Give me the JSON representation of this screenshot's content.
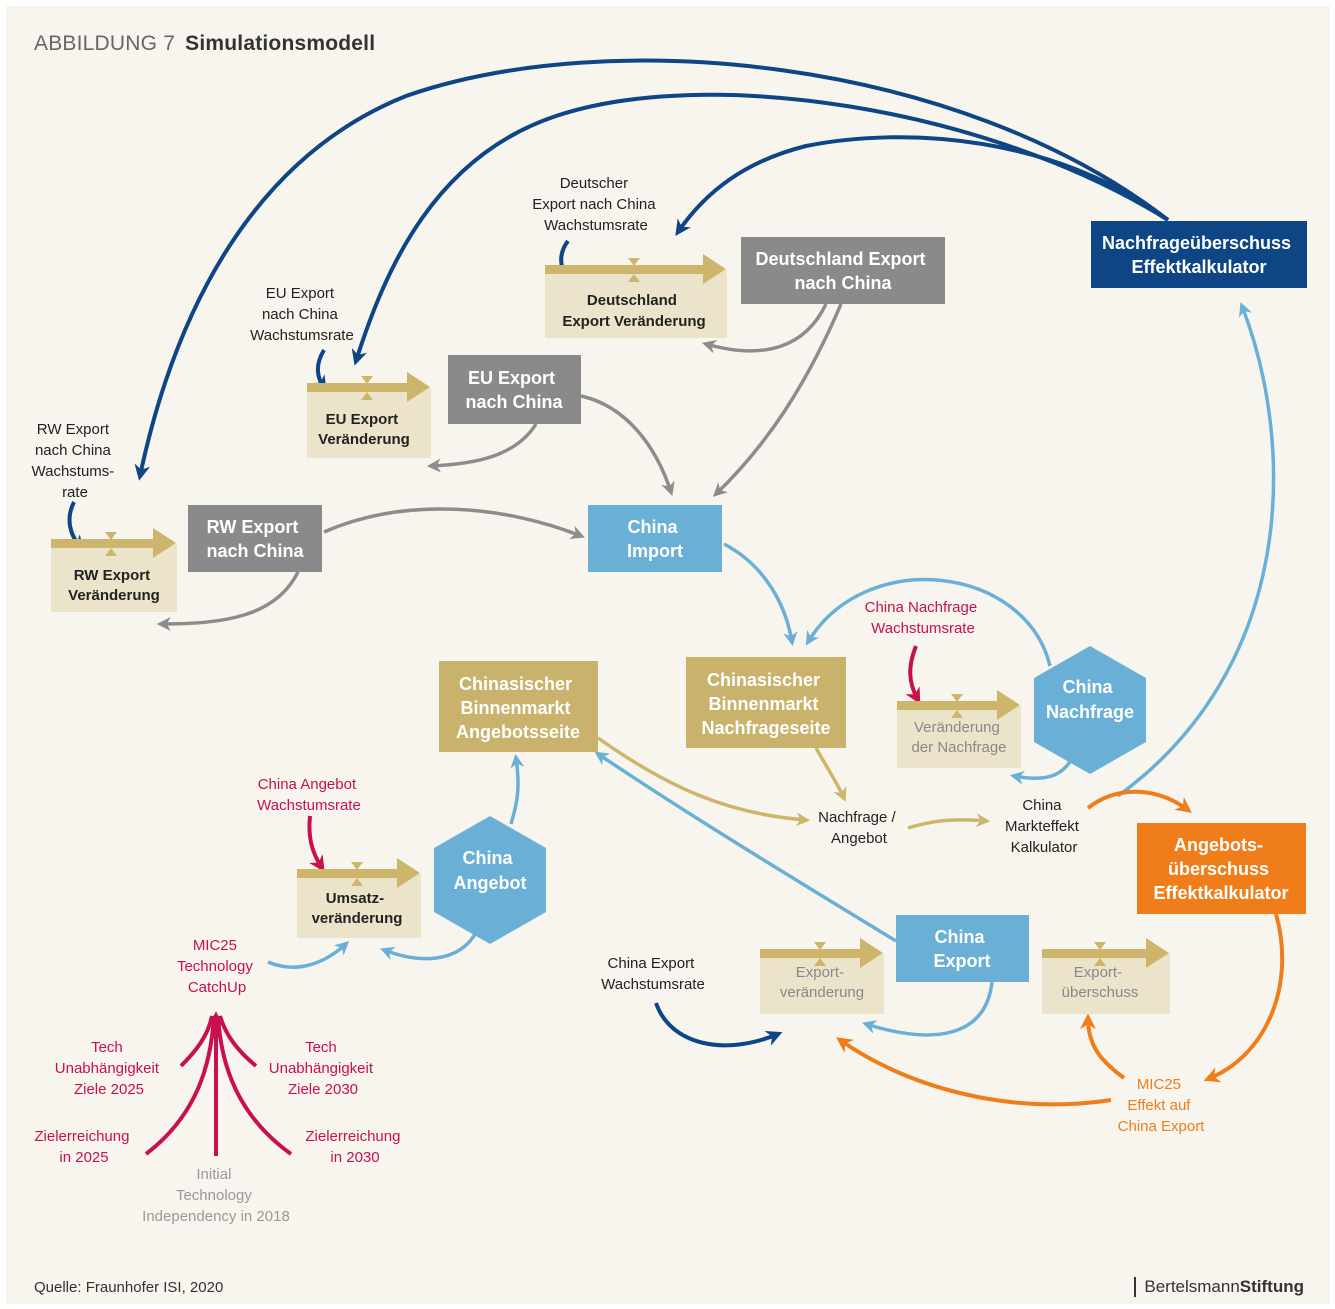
{
  "title": {
    "prefix": "ABBILDUNG 7",
    "main": "Simulationsmodell"
  },
  "source": "Quelle: Fraunhofer ISI, 2020",
  "logo": {
    "part1": "Bertelsmann",
    "part2": "Stiftung"
  },
  "colors": {
    "background": "#f8f5ee",
    "gray_box": "#8a8a8a",
    "tan_box": "#c9b36c",
    "blue_box": "#6ab0d6",
    "navy_box": "#0d4585",
    "orange_box": "#ef7d1a",
    "flow_box": "#ece4ca",
    "flow_arrow": "#cdb66c",
    "navy_arrow": "#0d4585",
    "gray_arrow": "#8c8c8c",
    "light_blue_arrow": "#6ab0d6",
    "orange_arrow": "#ef7d1a",
    "magenta": "#c8104f",
    "label_gray": "#999999"
  },
  "nodes": {
    "deutschland_export": [
      "Deutschland Export",
      "nach China"
    ],
    "eu_export": [
      "EU Export",
      "nach China"
    ],
    "rw_export": [
      "RW Export",
      "nach China"
    ],
    "china_import": [
      "China",
      "Import"
    ],
    "nachfrage_kalk": [
      "Nachfrageüberschuss",
      "Effektkalkulator"
    ],
    "binnen_nachfrage": [
      "Chinasischer",
      "Binnenmarkt",
      "Nachfrageseite"
    ],
    "binnen_angebot": [
      "Chinasischer",
      "Binnenmarkt",
      "Angebotsseite"
    ],
    "china_nachfrage": [
      "China",
      "Nachfrage"
    ],
    "china_angebot": [
      "China",
      "Angebot"
    ],
    "china_export": [
      "China",
      "Export"
    ],
    "angebot_kalk": [
      "Angebots-",
      "überschuss",
      "Effektkalkulator"
    ]
  },
  "flows": {
    "de_veraenderung": [
      "Deutschland",
      "Export Veränderung"
    ],
    "eu_veraenderung": [
      "EU Export",
      "Veränderung"
    ],
    "rw_veraenderung": [
      "RW Export",
      "Veränderung"
    ],
    "nachfrage_veraenderung": [
      "Veränderung",
      "der Nachfrage"
    ],
    "umsatz_veraenderung": [
      "Umsatz-",
      "veränderung"
    ],
    "export_veraenderung": [
      "Export-",
      "veränderung"
    ],
    "export_ueberschuss": [
      "Export-",
      "überschuss"
    ]
  },
  "labels": {
    "de_rate": [
      "Deutscher",
      "Export nach China",
      "Wachstumsrate"
    ],
    "eu_rate": [
      "EU Export",
      "nach China",
      "Wachstumsrate"
    ],
    "rw_rate": [
      "RW Export",
      "nach China",
      "Wachstums-",
      "rate"
    ],
    "nachfrage_rate": [
      "China Nachfrage",
      "Wachstumsrate"
    ],
    "angebot_rate": [
      "China Angebot",
      "Wachstumsrate"
    ],
    "nachfrage_angebot": [
      "Nachfrage /",
      "Angebot"
    ],
    "markteffekt": [
      "China",
      "Markteffekt",
      "Kalkulator"
    ],
    "export_rate": [
      "China Export",
      "Wachstumsrate"
    ],
    "mic25_catchup": [
      "MIC25",
      "Technology",
      "CatchUp"
    ],
    "tech_2025": [
      "Tech",
      "Unabhängigkeit",
      "Ziele 2025"
    ],
    "tech_2030": [
      "Tech",
      "Unabhängigkeit",
      "Ziele 2030"
    ],
    "ziel_2025": [
      "Zielerreichung",
      "in 2025"
    ],
    "ziel_2030": [
      "Zielerreichung",
      "in 2030"
    ],
    "initial": [
      "Initial",
      "Technology",
      "Independency in 2018"
    ],
    "mic25_export": [
      "MIC25",
      "Effekt auf",
      "China Export"
    ]
  }
}
